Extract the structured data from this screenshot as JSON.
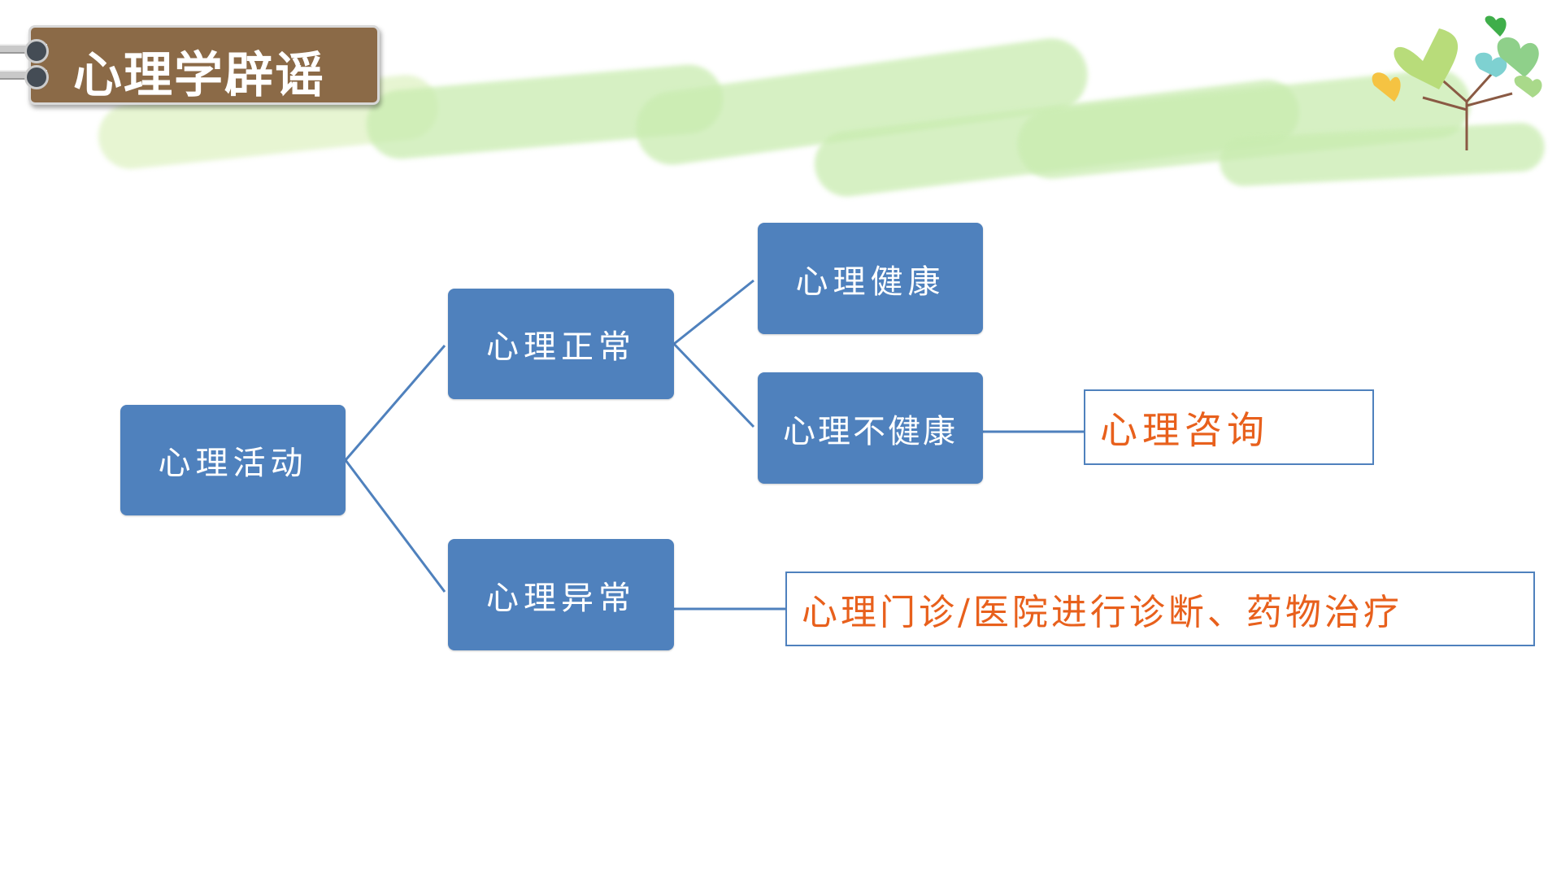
{
  "title": "心理学辟谣",
  "diagram": {
    "root": "心理活动",
    "normal": "心理正常",
    "abnormal": "心理异常",
    "healthy": "心理健康",
    "unhealthy": "心理不健康",
    "unhealthy_action": "心理咨询",
    "abnormal_action": "心理门诊/医院进行诊断、药物治疗"
  },
  "colors": {
    "node": "#4f81bd",
    "action_text": "#e8601c",
    "tag": "#8b6a47"
  }
}
